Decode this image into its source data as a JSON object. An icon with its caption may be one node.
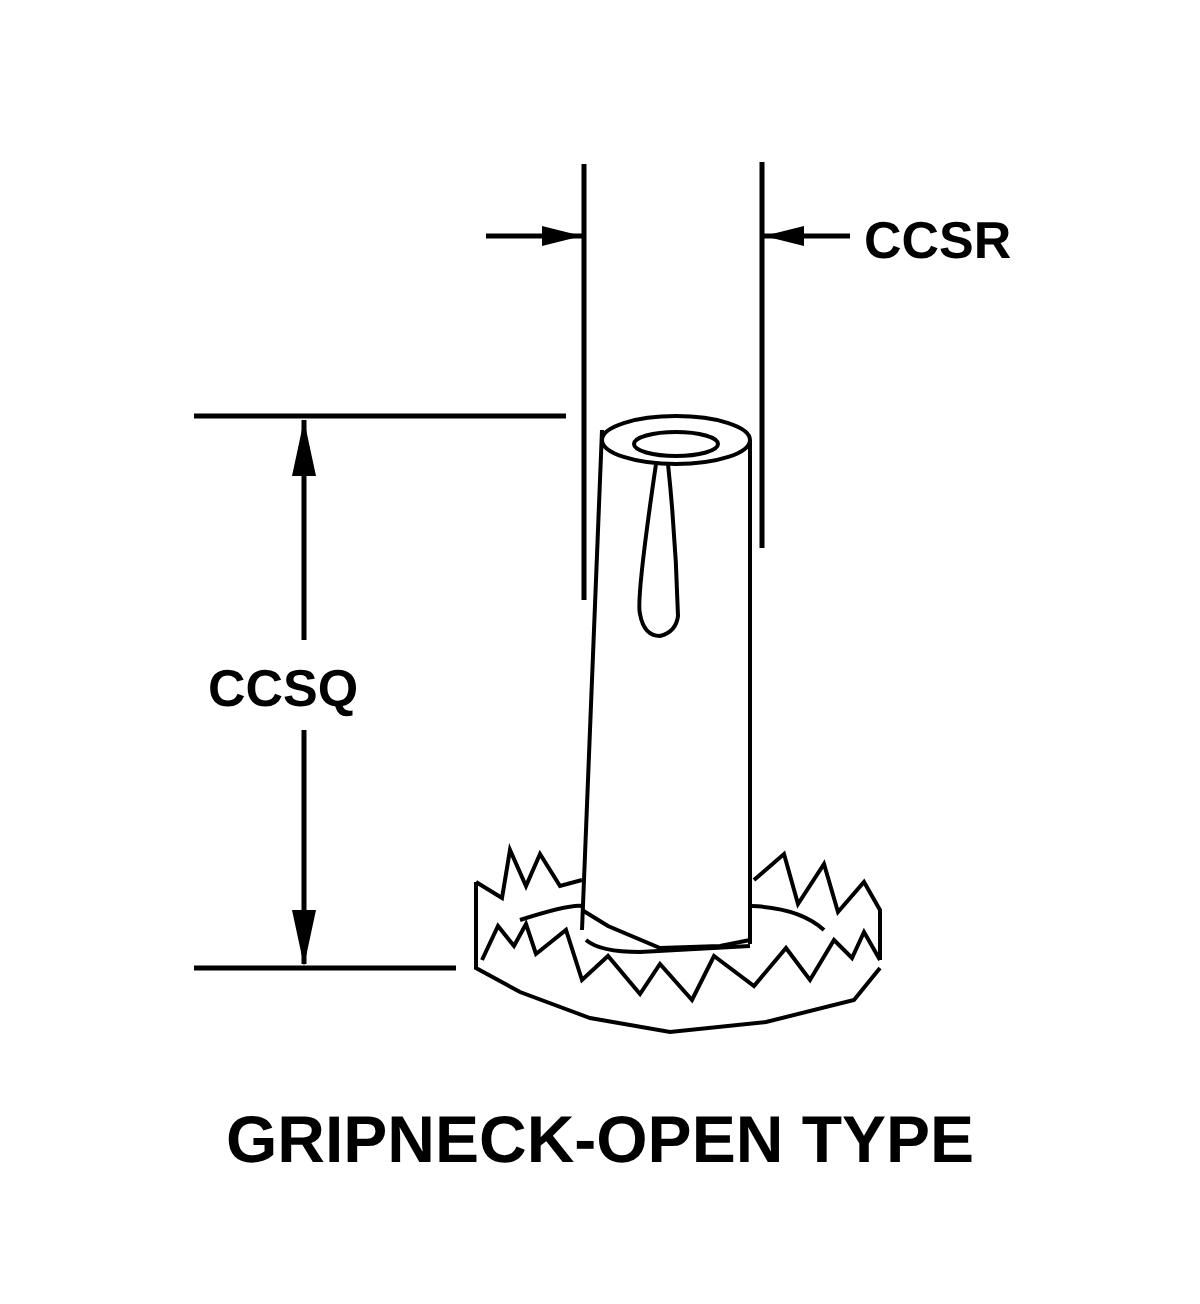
{
  "diagram": {
    "caption": "GRIPNECK-OPEN TYPE",
    "labels": [
      "CCSR",
      "CCSQ"
    ]
  }
}
